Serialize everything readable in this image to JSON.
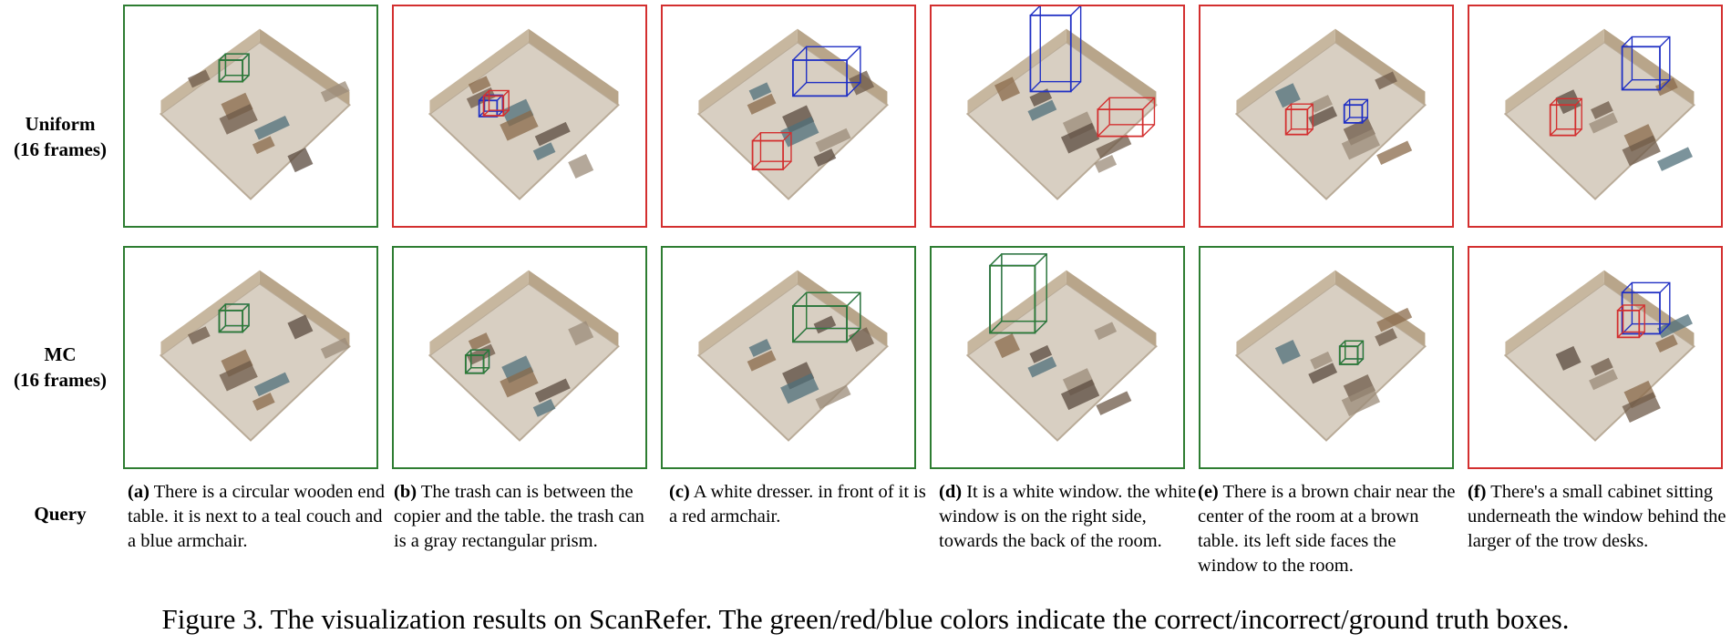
{
  "rows": [
    {
      "label_line1": "Uniform",
      "label_line2": "(16 frames)"
    },
    {
      "label_line1": "MC",
      "label_line2": "(16 frames)"
    }
  ],
  "query_label": "Query",
  "colors": {
    "correct": "#2e7d32",
    "incorrect": "#d32f2f",
    "ground_truth": "#1f2fc4"
  },
  "panels": {
    "uniform": [
      "correct",
      "incorrect",
      "incorrect",
      "incorrect",
      "incorrect",
      "incorrect"
    ],
    "mc": [
      "correct",
      "correct",
      "correct",
      "correct",
      "correct",
      "incorrect"
    ]
  },
  "queries": [
    {
      "tag": "(a)",
      "text": " There is a circular wooden end table. it is next to a teal couch and a blue armchair."
    },
    {
      "tag": "(b)",
      "text": " The trash can is between the copier and the table. the trash can is a gray rectangular prism."
    },
    {
      "tag": "(c)",
      "text": " A white dresser. in front of it is a red armchair."
    },
    {
      "tag": "(d)",
      "text": " It is a white window. the white window is on the right side, towards the back of the room."
    },
    {
      "tag": "(e)",
      "text": " There is a brown chair near the center of the room at a brown table. its left side faces the window to the room."
    },
    {
      "tag": "(f)",
      "text": " There's a small cabinet sitting underneath the window behind the larger of the trow desks."
    }
  ],
  "caption": "Figure 3. The visualization results on ScanRefer. The green/red/blue colors indicate the correct/incorrect/ground truth boxes."
}
